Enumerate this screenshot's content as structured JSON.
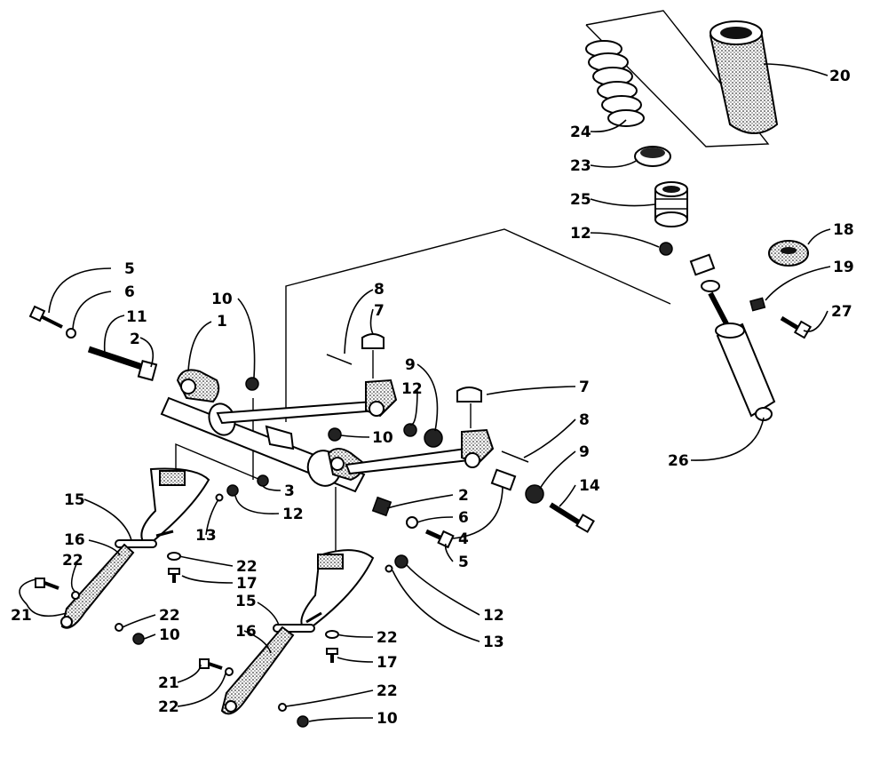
{
  "callouts": [
    {
      "id": "c20",
      "text": "20"
    },
    {
      "id": "c24",
      "text": "24"
    },
    {
      "id": "c23",
      "text": "23"
    },
    {
      "id": "c25",
      "text": "25"
    },
    {
      "id": "c12a",
      "text": "12"
    },
    {
      "id": "c18",
      "text": "18"
    },
    {
      "id": "c19",
      "text": "19"
    },
    {
      "id": "c27",
      "text": "27"
    },
    {
      "id": "c26",
      "text": "26"
    },
    {
      "id": "c5a",
      "text": "5"
    },
    {
      "id": "c6a",
      "text": "6"
    },
    {
      "id": "c11",
      "text": "11"
    },
    {
      "id": "c2a",
      "text": "2"
    },
    {
      "id": "c1",
      "text": "1"
    },
    {
      "id": "c10a",
      "text": "10"
    },
    {
      "id": "c8a",
      "text": "8"
    },
    {
      "id": "c7a",
      "text": "7"
    },
    {
      "id": "c9a",
      "text": "9"
    },
    {
      "id": "c12b",
      "text": "12"
    },
    {
      "id": "c7b",
      "text": "7"
    },
    {
      "id": "c10b",
      "text": "10"
    },
    {
      "id": "c8b",
      "text": "8"
    },
    {
      "id": "c9b",
      "text": "9"
    },
    {
      "id": "c14",
      "text": "14"
    },
    {
      "id": "c3",
      "text": "3"
    },
    {
      "id": "c12c",
      "text": "12"
    },
    {
      "id": "c2b",
      "text": "2"
    },
    {
      "id": "c6b",
      "text": "6"
    },
    {
      "id": "c4",
      "text": "4"
    },
    {
      "id": "c5b",
      "text": "5"
    },
    {
      "id": "c15a",
      "text": "15"
    },
    {
      "id": "c13a",
      "text": "13"
    },
    {
      "id": "c16a",
      "text": "16"
    },
    {
      "id": "c22a",
      "text": "22"
    },
    {
      "id": "c22b",
      "text": "22"
    },
    {
      "id": "c17a",
      "text": "17"
    },
    {
      "id": "c21a",
      "text": "21"
    },
    {
      "id": "c22c",
      "text": "22"
    },
    {
      "id": "c10c",
      "text": "10"
    },
    {
      "id": "c12d",
      "text": "12"
    },
    {
      "id": "c15b",
      "text": "15"
    },
    {
      "id": "c13b",
      "text": "13"
    },
    {
      "id": "c16b",
      "text": "16"
    },
    {
      "id": "c22d",
      "text": "22"
    },
    {
      "id": "c17b",
      "text": "17"
    },
    {
      "id": "c21b",
      "text": "21"
    },
    {
      "id": "c22e",
      "text": "22"
    },
    {
      "id": "c22f",
      "text": "22"
    },
    {
      "id": "c10d",
      "text": "10"
    }
  ]
}
